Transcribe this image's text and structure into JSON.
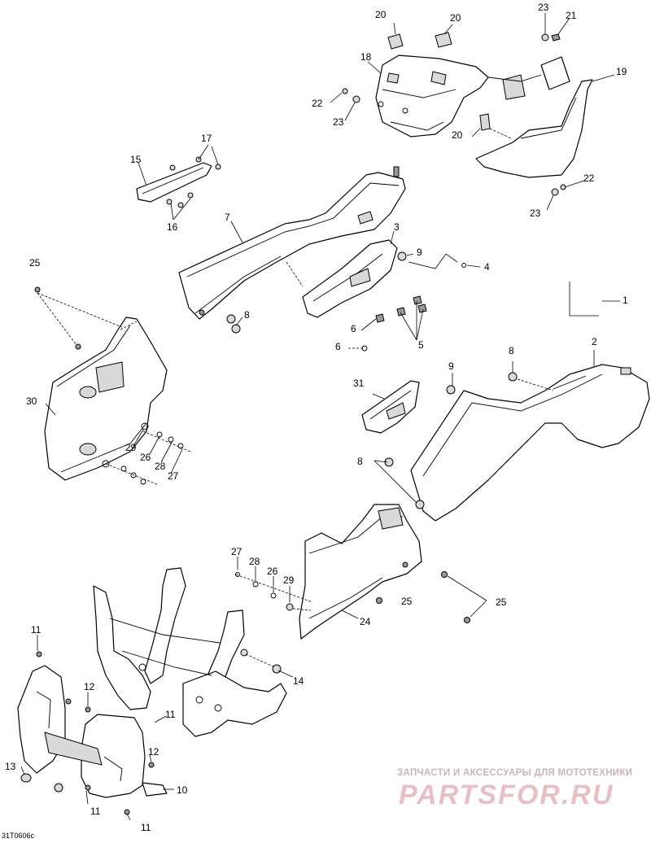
{
  "diagram_code": "31T0606c",
  "watermark": {
    "tagline": "ЗАПЧАСТИ И АКСЕССУАРЫ ДЛЯ МОТОТЕХНИКИ",
    "logo": "PARTSFOR.RU"
  },
  "callouts": [
    {
      "id": "c20a",
      "num": "20"
    },
    {
      "id": "c20b",
      "num": "20"
    },
    {
      "id": "c23a",
      "num": "23"
    },
    {
      "id": "c21",
      "num": "21"
    },
    {
      "id": "c18",
      "num": "18"
    },
    {
      "id": "c19",
      "num": "19"
    },
    {
      "id": "c22a",
      "num": "22"
    },
    {
      "id": "c23b",
      "num": "23"
    },
    {
      "id": "c20c",
      "num": "20"
    },
    {
      "id": "c22b",
      "num": "22"
    },
    {
      "id": "c23c",
      "num": "23"
    },
    {
      "id": "c17",
      "num": "17"
    },
    {
      "id": "c15",
      "num": "15"
    },
    {
      "id": "c16",
      "num": "16"
    },
    {
      "id": "c7",
      "num": "7"
    },
    {
      "id": "c3",
      "num": "3"
    },
    {
      "id": "c9a",
      "num": "9"
    },
    {
      "id": "c4",
      "num": "4"
    },
    {
      "id": "c1",
      "num": "1"
    },
    {
      "id": "c25a",
      "num": "25"
    },
    {
      "id": "c8a",
      "num": "8"
    },
    {
      "id": "c6a",
      "num": "6"
    },
    {
      "id": "c6b",
      "num": "6"
    },
    {
      "id": "c5",
      "num": "5"
    },
    {
      "id": "c2",
      "num": "2"
    },
    {
      "id": "c8b",
      "num": "8"
    },
    {
      "id": "c9b",
      "num": "9"
    },
    {
      "id": "c30",
      "num": "30"
    },
    {
      "id": "c31",
      "num": "31"
    },
    {
      "id": "c29a",
      "num": "29"
    },
    {
      "id": "c26a",
      "num": "26"
    },
    {
      "id": "c28a",
      "num": "28"
    },
    {
      "id": "c27a",
      "num": "27"
    },
    {
      "id": "c8c",
      "num": "8"
    },
    {
      "id": "c27b",
      "num": "27"
    },
    {
      "id": "c28b",
      "num": "28"
    },
    {
      "id": "c26b",
      "num": "26"
    },
    {
      "id": "c29b",
      "num": "29"
    },
    {
      "id": "c25b",
      "num": "25"
    },
    {
      "id": "c25c",
      "num": "25"
    },
    {
      "id": "c24",
      "num": "24"
    },
    {
      "id": "c11a",
      "num": "11"
    },
    {
      "id": "c14",
      "num": "14"
    },
    {
      "id": "c12a",
      "num": "12"
    },
    {
      "id": "c11b",
      "num": "11"
    },
    {
      "id": "c12b",
      "num": "12"
    },
    {
      "id": "c13",
      "num": "13"
    },
    {
      "id": "c10",
      "num": "10"
    },
    {
      "id": "c11c",
      "num": "11"
    },
    {
      "id": "c11d",
      "num": "11"
    }
  ]
}
